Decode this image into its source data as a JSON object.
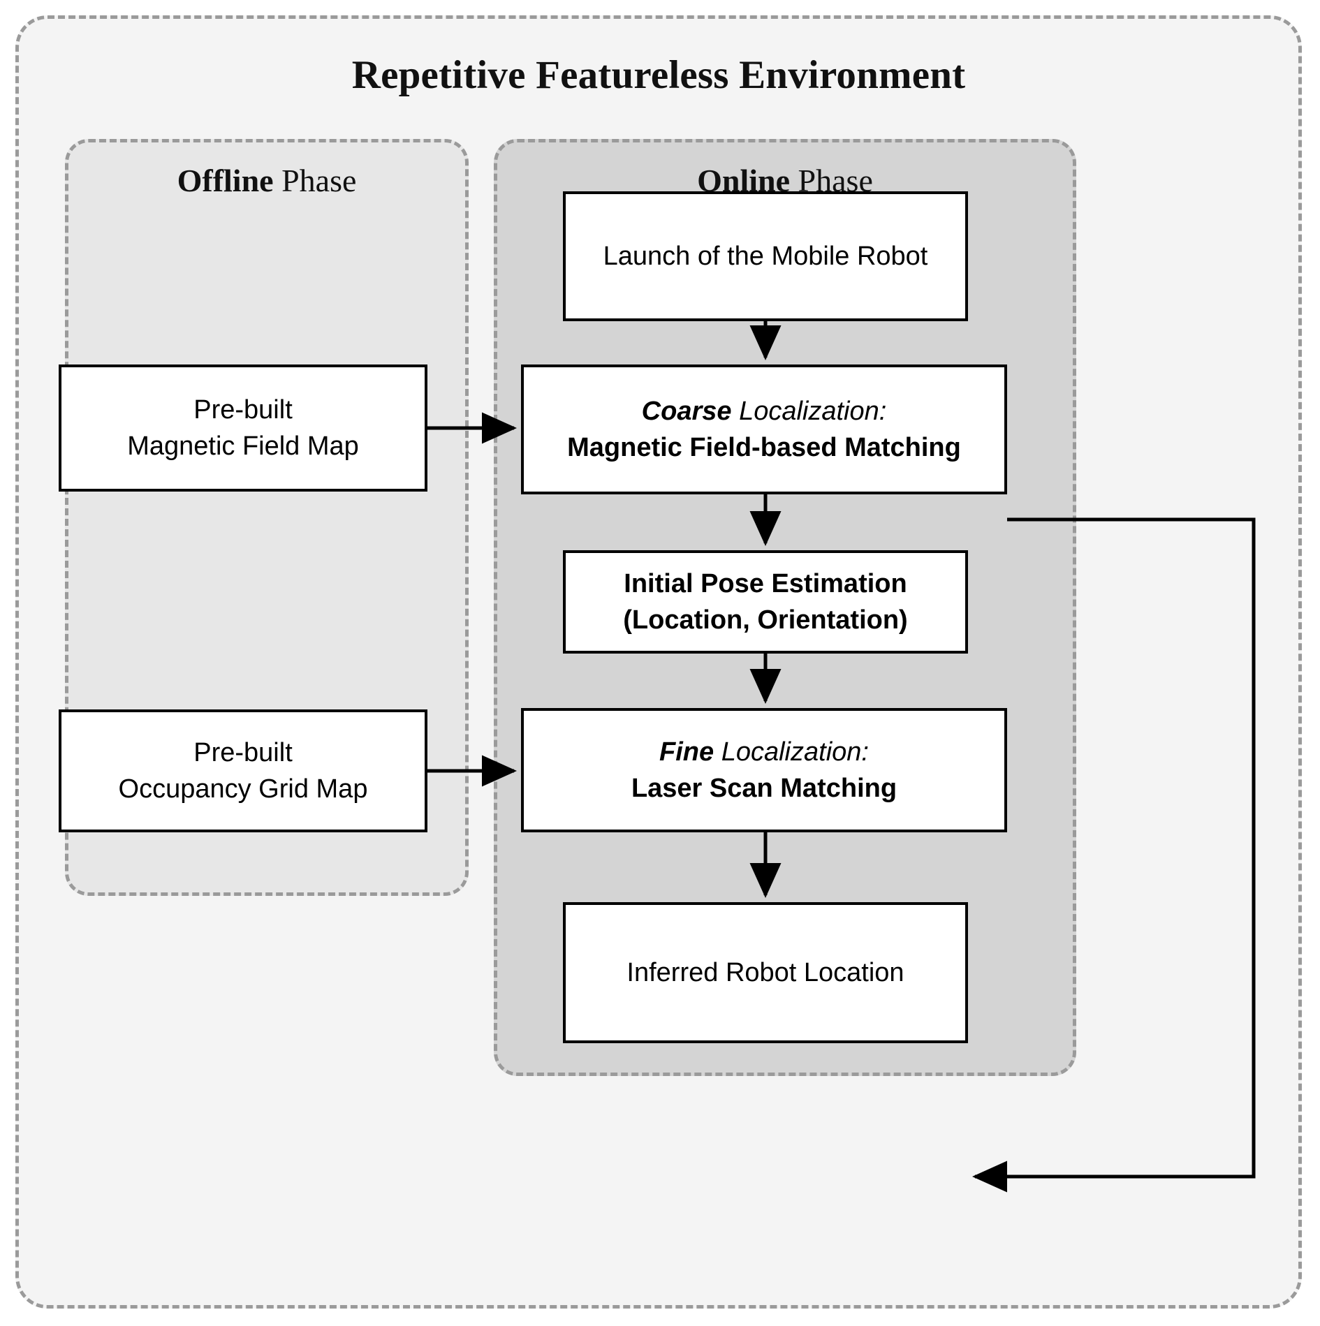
{
  "diagram": {
    "title": "Repetitive Featureless Environment",
    "phases": [
      {
        "name_strong": "Offline",
        "name_light": " Phase"
      },
      {
        "name_strong": "Online",
        "name_light": " Phase"
      }
    ],
    "nodes": {
      "launch": {
        "line1": "Launch of the Mobile Robot"
      },
      "coarse": {
        "line1_strong": "Coarse",
        "line1_light": " Localization:",
        "line2": "Magnetic Field-based Matching"
      },
      "initialpose": {
        "line1": "Initial Pose Estimation",
        "line2": "(Location, Orientation)"
      },
      "fine": {
        "line1_strong": "Fine",
        "line1_light": " Localization:",
        "line2": "Laser Scan Matching"
      },
      "inferred": {
        "line1": "Inferred Robot Location"
      },
      "magmap": {
        "line1": "Pre-built",
        "line2": "Magnetic Field Map"
      },
      "occmap": {
        "line1": "Pre-built",
        "line2": "Occupancy Grid Map"
      }
    },
    "edges": [
      {
        "id": "launch-to-coarse",
        "from": "launch",
        "to": "coarse"
      },
      {
        "id": "coarse-to-initialpose",
        "from": "coarse",
        "to": "initialpose"
      },
      {
        "id": "initialpose-to-fine",
        "from": "initialpose",
        "to": "fine"
      },
      {
        "id": "fine-to-inferred",
        "from": "fine",
        "to": "inferred"
      },
      {
        "id": "magmap-to-coarse",
        "from": "magmap",
        "to": "coarse"
      },
      {
        "id": "occmap-to-fine",
        "from": "occmap",
        "to": "fine"
      },
      {
        "id": "coarse-to-inferred-loop",
        "from": "coarse",
        "to": "inferred"
      }
    ],
    "colors": {
      "outer_fill": "#f4f4f4",
      "offline_fill": "#e7e7e7",
      "online_fill": "#d4d4d4",
      "dash_border": "#9a9a9a",
      "node_fill": "#ffffff",
      "node_border": "#000000",
      "arrow": "#000000"
    }
  }
}
